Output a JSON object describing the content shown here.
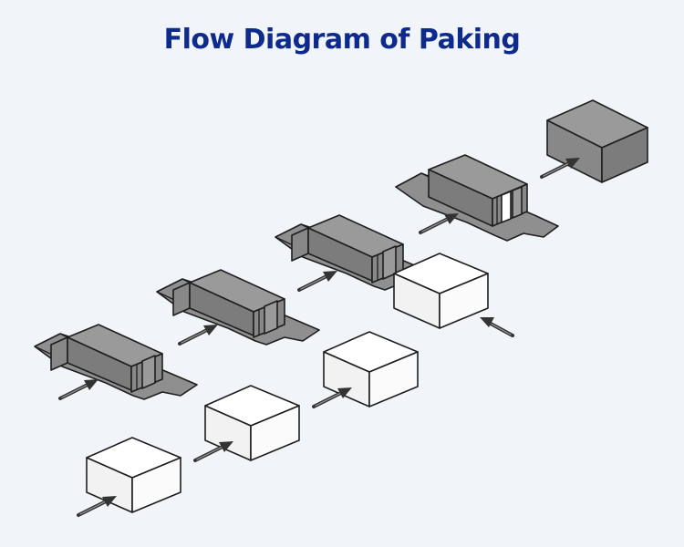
{
  "title": "Flow Diagram of Paking",
  "colors": {
    "title": "#0d2a8c",
    "background": "#f1f5f9",
    "carton": "#8f8f8f",
    "product": "#ffffff",
    "outline": "#1e1e1e",
    "arrow": "#333333"
  },
  "stages": [
    {
      "name": "product-box-1",
      "kind": "product"
    },
    {
      "name": "product-box-2",
      "kind": "product"
    },
    {
      "name": "product-box-3",
      "kind": "product"
    },
    {
      "name": "carton-blank-1",
      "kind": "carton-open"
    },
    {
      "name": "carton-blank-2",
      "kind": "carton-open"
    },
    {
      "name": "carton-blank-3",
      "kind": "carton-loading"
    },
    {
      "name": "carton-blank-4",
      "kind": "carton-closing"
    },
    {
      "name": "finished-carton",
      "kind": "carton-closed"
    }
  ],
  "arrows": [
    "feed-arrow-box-1",
    "arrow-box-1-to-2",
    "arrow-box-2-to-3",
    "feed-arrow-carton-1",
    "arrow-carton-1-to-2",
    "arrow-carton-2-to-3",
    "arrow-carton-3-to-4",
    "arrow-carton-4-to-finished",
    "insert-arrow-product"
  ]
}
